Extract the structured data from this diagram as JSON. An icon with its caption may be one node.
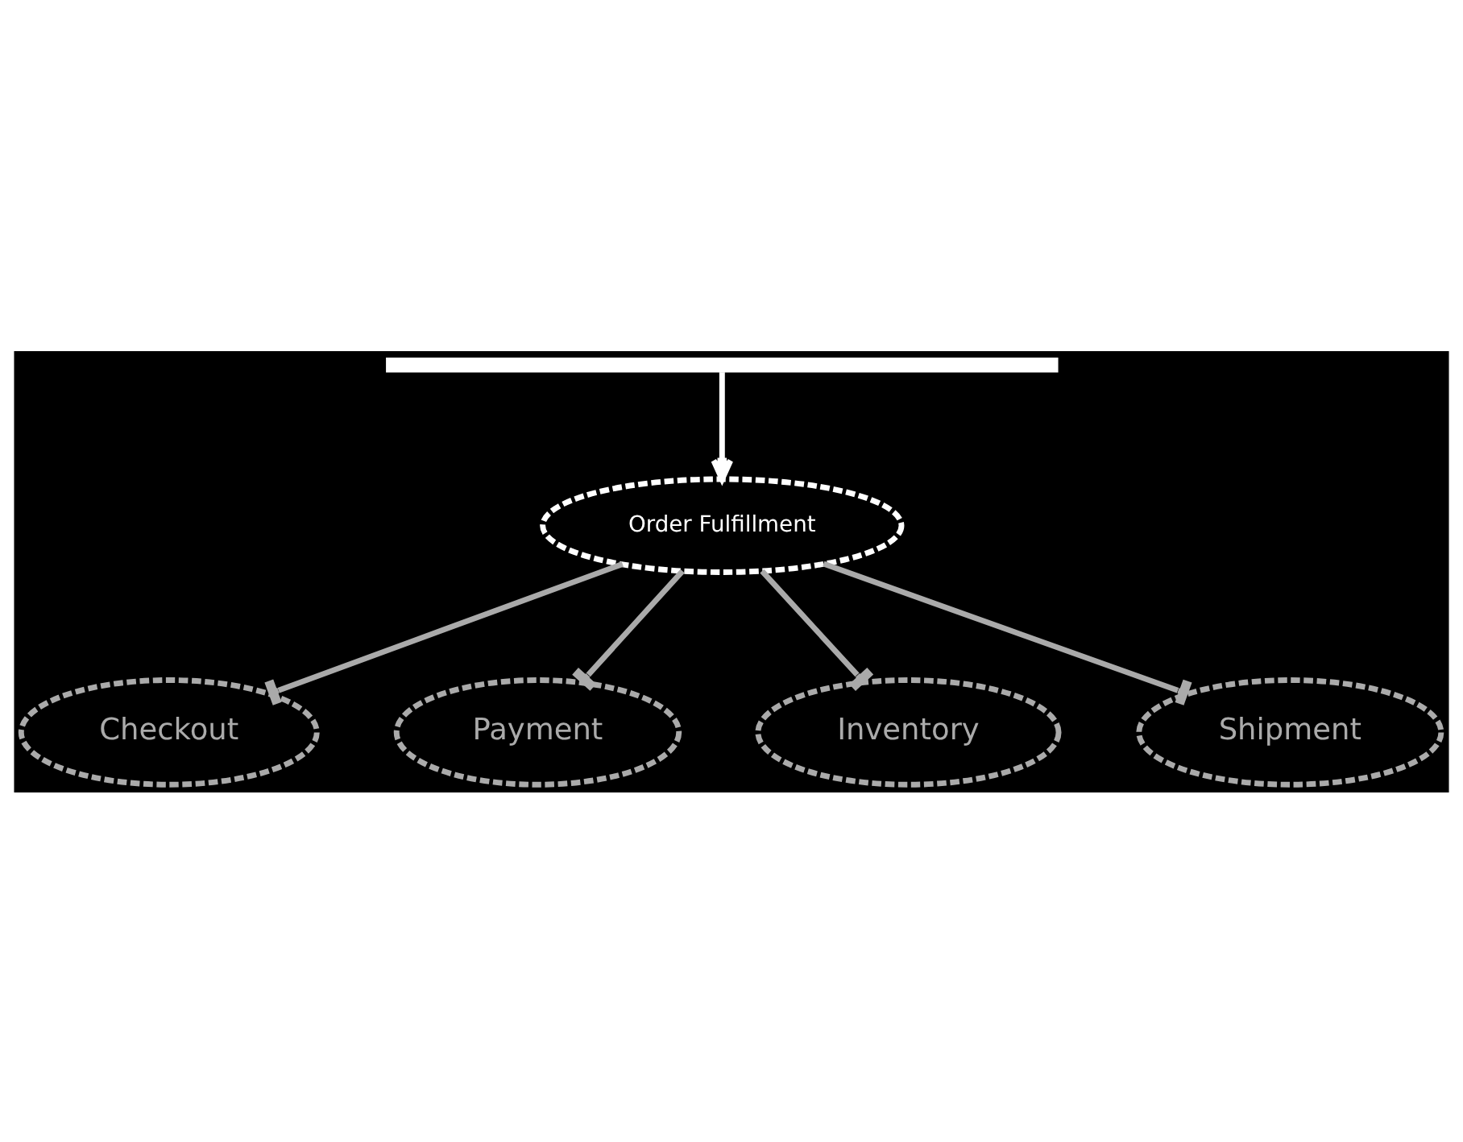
{
  "diagram": {
    "nodes": [
      {
        "text": [],
        "shape": "box"
      },
      {
        "text": [
          "Checkout"
        ]
      },
      {
        "text": [
          "Order Fulfillment"
        ]
      },
      {
        "text": [
          "Payment"
        ]
      },
      {
        "text": [
          "Inventory"
        ]
      },
      {
        "text": [
          "Shipment"
        ]
      }
    ],
    "edges": [
      {
        "from": 0,
        "to": 2,
        "arrow": "to",
        "color": "#ffffff"
      },
      {
        "from": 2,
        "to": 1,
        "arrow": "other"
      },
      {
        "from": 2,
        "to": 3,
        "arrow": "other"
      },
      {
        "from": 2,
        "to": 4,
        "arrow": "other"
      },
      {
        "from": 2,
        "to": 5,
        "arrow": "other"
      }
    ]
  }
}
